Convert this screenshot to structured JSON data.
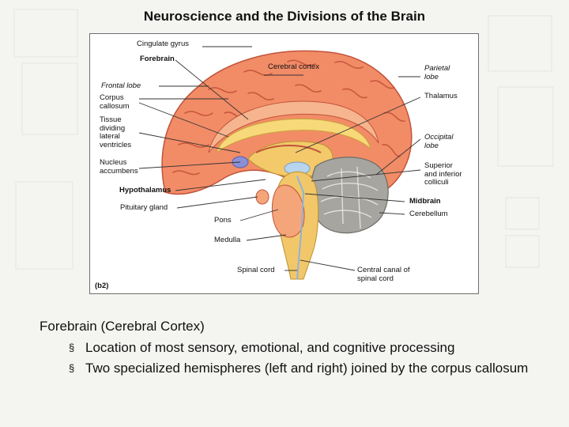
{
  "slide": {
    "title": "Neuroscience and the Divisions of the Brain"
  },
  "figure": {
    "panel_label": "(b2)",
    "labels_left": {
      "cingulate_gyrus": "Cingulate gyrus",
      "forebrain": "Forebrain",
      "frontal_lobe": "Frontal lobe",
      "corpus_callosum": "Corpus\ncallosum",
      "tissue_dividing": "Tissue\ndividing\nlateral\nventricles",
      "nucleus_accumbens": "Nucleus\naccumbens",
      "hypothalamus": "Hypothalamus",
      "pituitary_gland": "Pituitary gland",
      "pons": "Pons",
      "medulla": "Medulla",
      "spinal_cord": "Spinal cord"
    },
    "labels_right": {
      "cerebral_cortex": "Cerebral cortex",
      "parietal_lobe": "Parietal\nlobe",
      "thalamus": "Thalamus",
      "occipital_lobe": "Occipital\nlobe",
      "colliculi": "Superior\nand inferior\ncolliculi",
      "midbrain": "Midbrain",
      "cerebellum": "Cerebellum",
      "central_canal": "Central canal of\nspinal cord"
    }
  },
  "body": {
    "heading": "Forebrain (Cerebral Cortex)",
    "bullets": [
      "Location of most sensory, emotional, and cognitive processing",
      "Two specialized hemispheres (left and right) joined by the corpus callosum"
    ],
    "bullet_marker": "§"
  }
}
